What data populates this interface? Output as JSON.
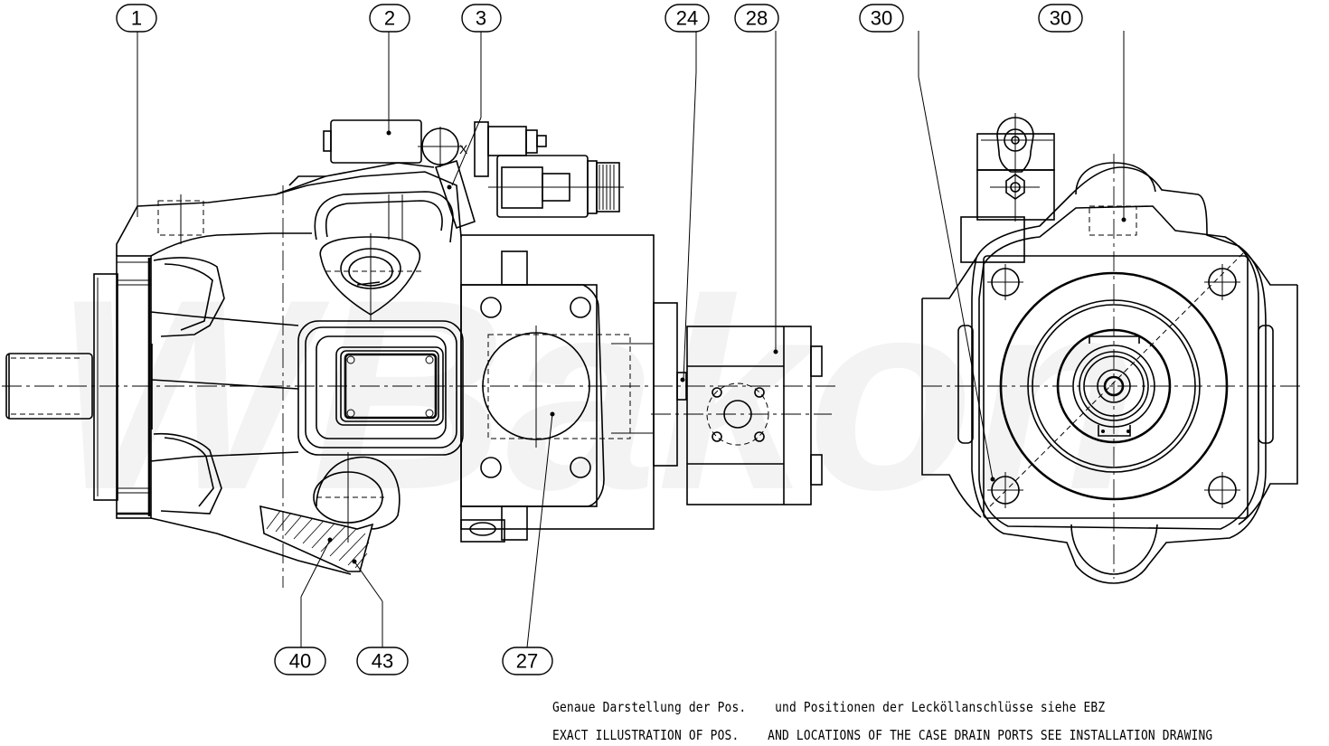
{
  "drawing": {
    "type": "technical-drawing",
    "subject": "hydraulic axial piston pump with gear pump, side view and end view",
    "watermark": "WBakon",
    "line_color": "#000000",
    "background_color": "#ffffff",
    "watermark_color": "#f3f3f3"
  },
  "balloons_top": [
    {
      "id": "1",
      "label": "1"
    },
    {
      "id": "2",
      "label": "2"
    },
    {
      "id": "3",
      "label": "3"
    },
    {
      "id": "24",
      "label": "24"
    },
    {
      "id": "28",
      "label": "28"
    },
    {
      "id": "30a",
      "label": "30"
    },
    {
      "id": "30b",
      "label": "30"
    }
  ],
  "balloons_bottom": [
    {
      "id": "40",
      "label": "40"
    },
    {
      "id": "43",
      "label": "43"
    },
    {
      "id": "27",
      "label": "27"
    }
  ],
  "valve_marking": "X",
  "notes": {
    "german_left": "Genaue Darstellung der Pos.",
    "german_right": "und Positionen der Lecköllanschlüsse siehe EBZ",
    "english_left": "EXACT ILLUSTRATION OF POS.",
    "english_right": "AND LOCATIONS OF THE CASE DRAIN PORTS SEE INSTALLATION DRAWING"
  }
}
